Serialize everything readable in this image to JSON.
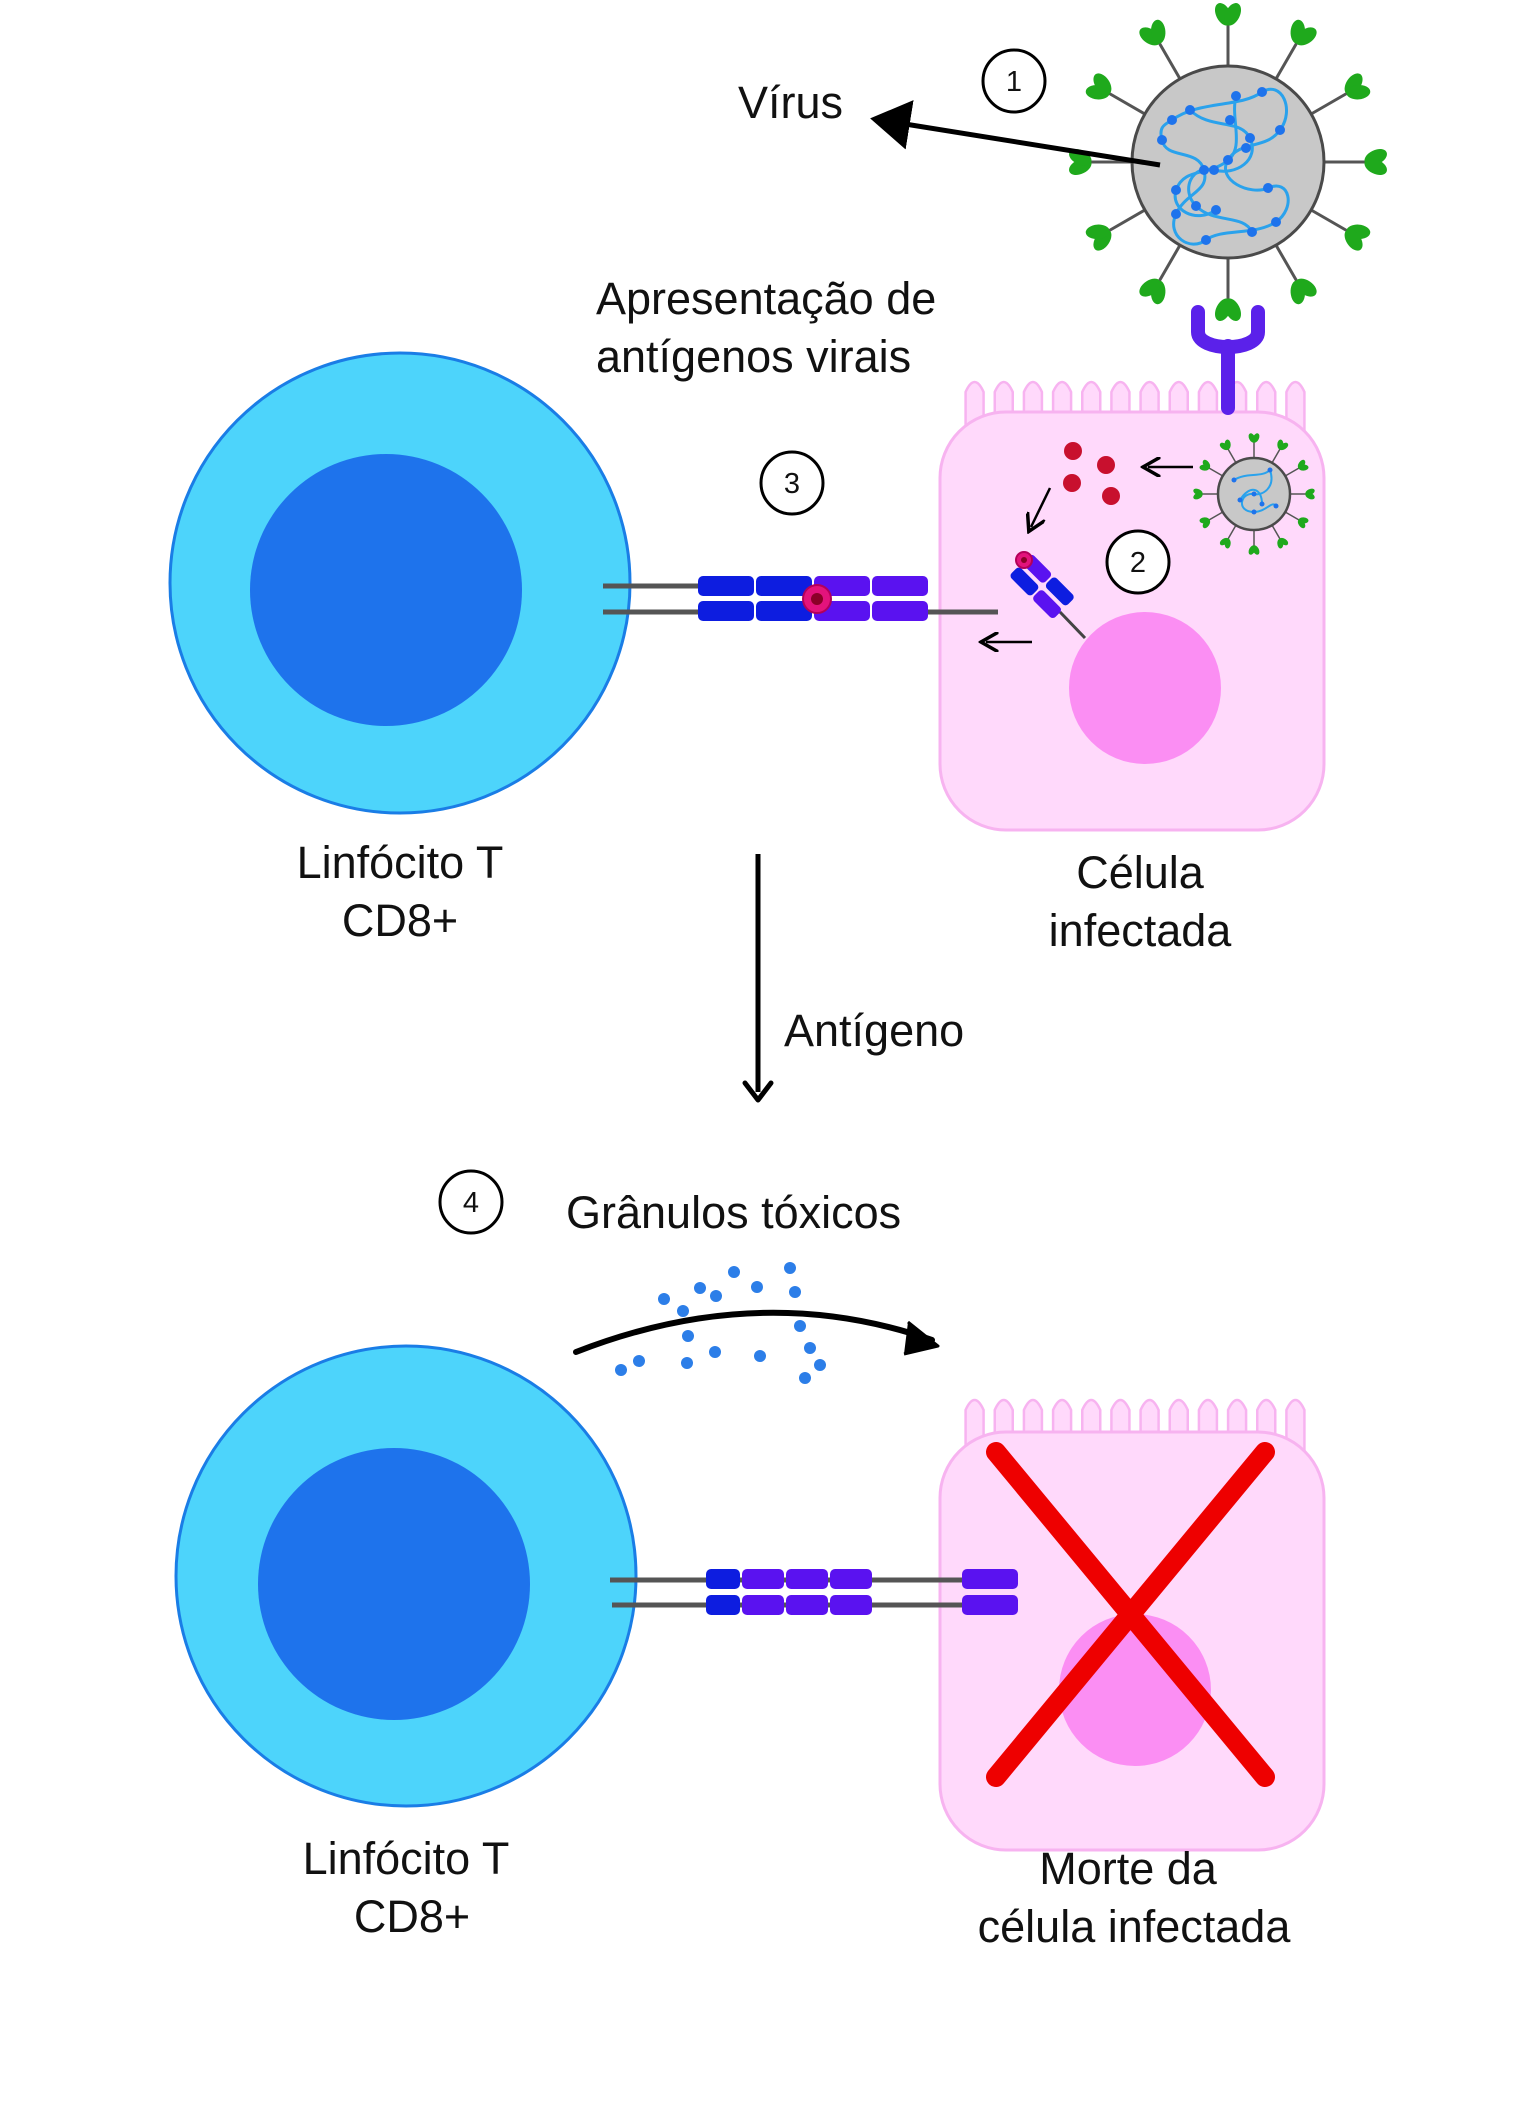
{
  "labels": {
    "virus": "Vírus",
    "presentation": [
      "Apresentação de",
      "antígenos virais"
    ],
    "lymphocyte_top": [
      "Linfócito T",
      "CD8+"
    ],
    "infected_cell": [
      "Célula",
      "infectada"
    ],
    "antigen": "Antígeno",
    "toxic_granules": "Grânulos tóxicos",
    "lymphocyte_bottom": [
      "Linfócito T",
      "CD8+"
    ],
    "cell_death": [
      "Morte da",
      "célula infectada"
    ]
  },
  "steps": [
    "1",
    "2",
    "3",
    "4"
  ],
  "colors": {
    "lymphocyte_outer": "#4dd4fb",
    "lymphocyte_inner": "#1e73ec",
    "lymphocyte_stroke": "#1a7de6",
    "cell_fill": "#ffd9fb",
    "cell_stroke": "#f7b3f0",
    "nucleus": "#fb8ef3",
    "virus_body": "#c8c8c8",
    "virus_spike": "#1fa91c",
    "virus_rna": "#2aa2ec",
    "receptor": "#5b21ea",
    "mhc_blue": "#0d1de0",
    "mhc_purple": "#5a12f0",
    "antigen_red": "#c8102e",
    "antigen_magenta": "#e3137c",
    "granules": "#2c7ee8",
    "death_x": "#ee0000"
  }
}
